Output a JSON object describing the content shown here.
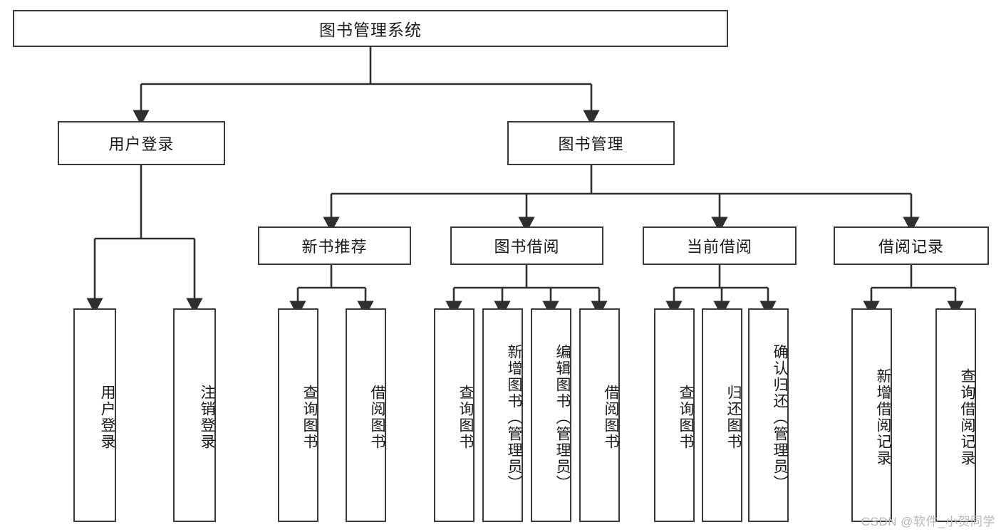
{
  "diagram": {
    "title": "图书管理系统",
    "type": "tree",
    "watermark": "CSDN @软件_小贺同学",
    "colors": {
      "node_border": "#3a3a3a",
      "node_fill": "#ffffff",
      "edge": "#2f2f2f",
      "text": "#1a1a1a",
      "watermark": "#b8b8b8"
    },
    "nodes": {
      "root": {
        "label": "图书管理系统"
      },
      "level2": [
        {
          "label": "用户登录"
        },
        {
          "label": "图书管理"
        }
      ],
      "level3": [
        {
          "label": "新书推荐"
        },
        {
          "label": "图书借阅"
        },
        {
          "label": "当前借阅"
        },
        {
          "label": "借阅记录"
        }
      ],
      "leaves": {
        "user_login": [
          {
            "label": "用户登录"
          },
          {
            "label": "注销登录"
          }
        ],
        "new_book_recommend": [
          {
            "label": "查询图书"
          },
          {
            "label": "借阅图书"
          }
        ],
        "book_borrow": [
          {
            "label": "查询图书"
          },
          {
            "label": "新增图书（管理员）"
          },
          {
            "label": "编辑图书（管理员）"
          },
          {
            "label": "借阅图书"
          }
        ],
        "current_borrow": [
          {
            "label": "查询图书"
          },
          {
            "label": "归还图书"
          },
          {
            "label": "确认归还（管理员）"
          }
        ],
        "borrow_record": [
          {
            "label": "新增借阅记录"
          },
          {
            "label": "查询借阅记录"
          }
        ]
      }
    }
  }
}
